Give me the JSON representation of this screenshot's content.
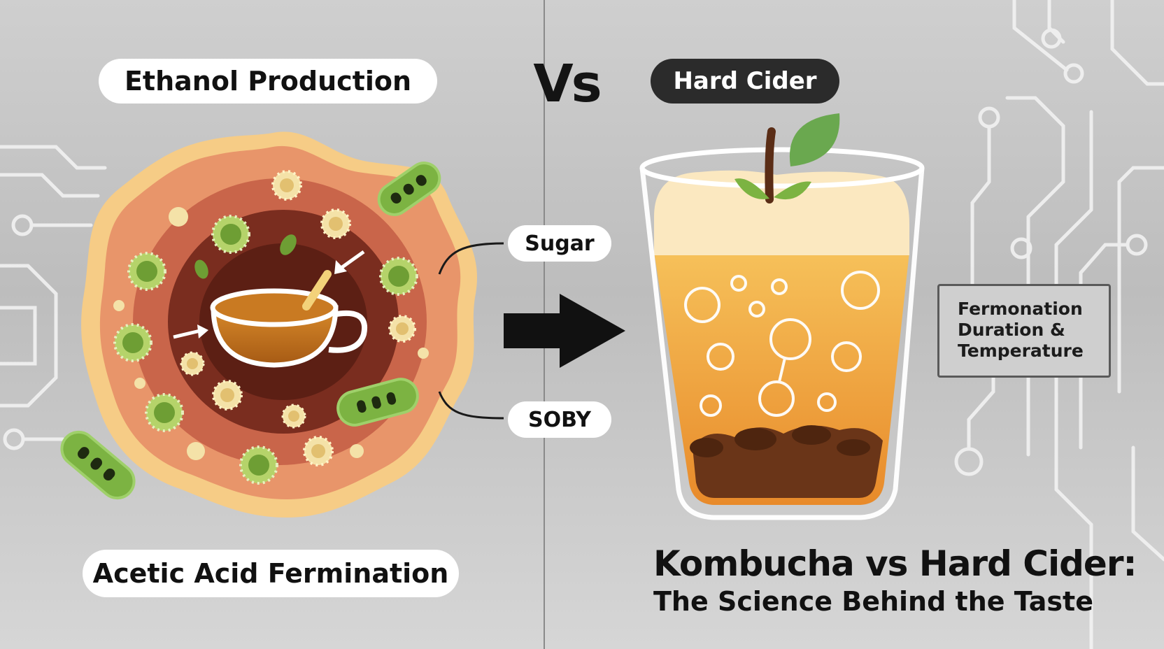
{
  "left_panel": {
    "top_label": "Ethanol Production",
    "bottom_label": "Acetic Acid Fermination"
  },
  "center": {
    "vs_text": "Vs",
    "callout_top": "Sugar",
    "callout_bottom": "SOBY"
  },
  "right_panel": {
    "top_label": "Hard Cider",
    "info_box": {
      "line1": "Fermonation",
      "line2": "Duration &",
      "line3": "Temperature"
    }
  },
  "headline": {
    "title": "Kombucha vs Hard Cider:",
    "subtitle": "The Science Behind the Taste"
  },
  "colors": {
    "scoby_outer": "#e8956a",
    "scoby_ring": "#c9654a",
    "scoby_dark": "#7a2d1f",
    "bacteria_green": "#7cb342",
    "cider_orange": "#f0a830",
    "foam_cream": "#fbe8c0",
    "leaf_green": "#6aa84f"
  },
  "icons": {
    "arrow": "right-arrow-icon",
    "teacup": "teacup-icon",
    "glass": "cider-glass-icon",
    "leaf": "leaf-icon"
  }
}
